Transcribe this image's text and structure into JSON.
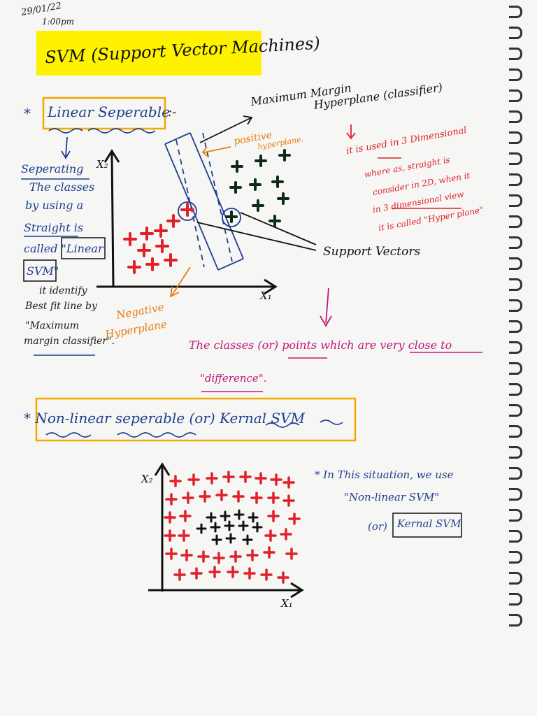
{
  "header": {
    "date": "29/01/22",
    "time": "1:00pm",
    "title": "SVM (Support Vector Machines)"
  },
  "linear_section": {
    "heading_star": "*",
    "heading": "Linear Seperable",
    "heading_suffix": ":-",
    "left_notes": [
      "Seperating",
      "The classes",
      "by using a",
      "Straight  is",
      "called \"Linear",
      "SVM\""
    ],
    "identify_notes": [
      "it identify",
      "Best fit line by",
      "\"Maximum",
      "margin classifier\"."
    ],
    "max_margin_label": [
      "Maximum Margin",
      "Hyperplane (classifier)"
    ],
    "positive_label": [
      "positive",
      "hyperplane."
    ],
    "negative_label": [
      "Negative",
      "Hyperplane"
    ],
    "support_vectors_label": "Support Vectors",
    "red_notes": [
      "it is used in 3 Dimensional",
      "where as, straight is",
      "consider in 2D, when it",
      "in 3 dimensional view",
      "it is called \"Hyper plane\""
    ],
    "classes_note": [
      "The classes (or) points which are very close to",
      "\"difference\"."
    ],
    "axis_x": "X₁",
    "axis_y": "X₂"
  },
  "nonlinear_section": {
    "heading": "* Non-linear seperable (or) Kernal SVM",
    "notes": [
      "* In This situation, we use",
      "\"Non-linear SVM\"",
      "(or)",
      "Kernal SVM"
    ],
    "axis_x": "X₁",
    "axis_y": "X₂"
  },
  "colors": {
    "paper": "#f6f6f4",
    "highlight_yellow": "#fff200",
    "ink_black": "#1a1a1a",
    "ink_blue": "#1f3f8f",
    "ink_red": "#e0202a",
    "ink_orange": "#e87b10",
    "ink_magenta": "#c2187a",
    "ink_green": "#0e2a1a"
  }
}
